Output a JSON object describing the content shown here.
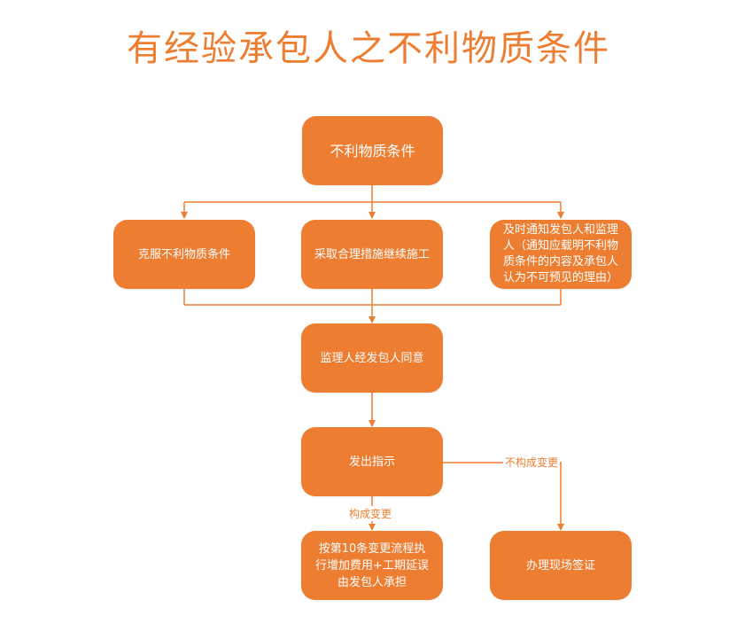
{
  "title": "有经验承包人之不利物质条件",
  "nodes": {
    "root": "不利物质条件",
    "overcome": "克服不利物质条件",
    "measures": "采取合理措施继续施工",
    "notify": "及时通知发包人和监理人（通知应载明不利物质条件的内容及承包人认为不可预见的理由）",
    "approve": "监理人经发包人同意",
    "instruct": "发出指示",
    "change_process": "按第10条变更流程执行增加费用+工期延误由发包人承担",
    "site_visa": "办理现场签证"
  },
  "edge_labels": {
    "constitutes_change": "构成变更",
    "not_change": "不构成变更"
  },
  "colors": {
    "accent": "#ED7D31",
    "box_text": "#FFFFFF"
  }
}
